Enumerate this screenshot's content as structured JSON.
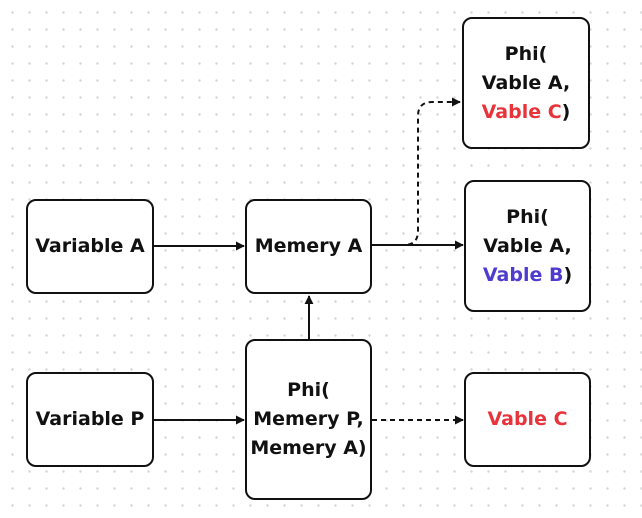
{
  "colors": {
    "stroke": "#111111",
    "accent_red": "#e8333b",
    "accent_blue": "#4d3ccf",
    "dot_grid": "#d6d6d6"
  },
  "nodes": {
    "variable_a": {
      "label": "Variable A"
    },
    "memery_a": {
      "label": "Memery A"
    },
    "variable_p": {
      "label": "Variable P"
    },
    "phi_memery": {
      "line1": "Phi(",
      "line2": "Memery P,",
      "line3": "Memery A)"
    },
    "phi_vable_c": {
      "line1": "Phi(",
      "line2": "Vable A,",
      "line3_colored": "Vable C",
      "line3_close": ")"
    },
    "phi_vable_b": {
      "line1": "Phi(",
      "line2": "Vable A,",
      "line3_colored": "Vable B",
      "line3_close": ")"
    },
    "vable_c": {
      "label": "Vable C"
    }
  },
  "edges": [
    {
      "from": "Variable A",
      "to": "Memery A",
      "style": "solid"
    },
    {
      "from": "Memery A",
      "to": "Phi(Vable A, Vable B)",
      "style": "solid"
    },
    {
      "from": "Memery A",
      "to": "Phi(Vable A, Vable C)",
      "style": "dashed"
    },
    {
      "from": "Phi(Memery P, Memery A)",
      "to": "Memery A",
      "style": "solid"
    },
    {
      "from": "Variable P",
      "to": "Phi(Memery P, Memery A)",
      "style": "solid"
    },
    {
      "from": "Phi(Memery P, Memery A)",
      "to": "Vable C",
      "style": "dashed"
    }
  ]
}
